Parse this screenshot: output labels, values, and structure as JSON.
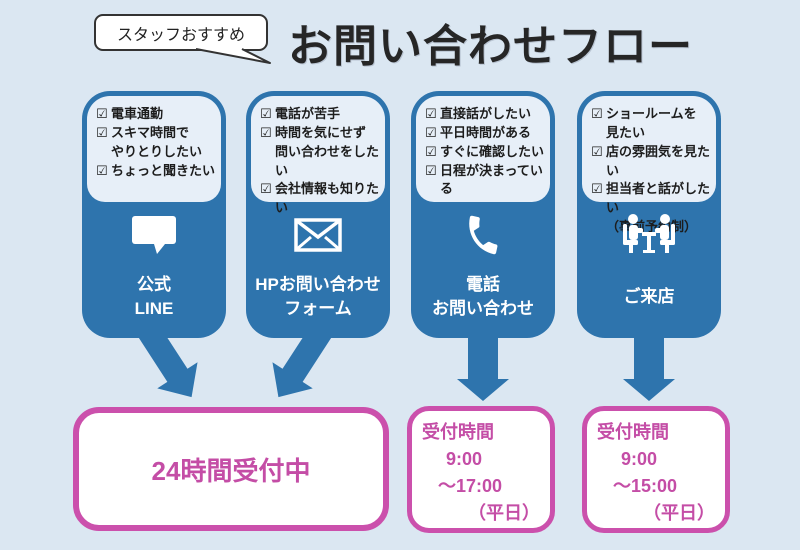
{
  "ui": {
    "check_glyph": "☑",
    "colors": {
      "background": "#dbe7f2",
      "card_blue": "#2e74ad",
      "panel_fill": "#e7eff8",
      "pink": "#cb50ac",
      "title_text": "#262626",
      "card_label_text": "#ffffff"
    }
  },
  "header": {
    "badge": "スタッフおすすめ",
    "title": "お問い合わせフロー"
  },
  "columns": [
    {
      "id": "line",
      "icon": "chat-bubble-icon",
      "items": [
        {
          "text": "電車通勤"
        },
        {
          "text": "スキマ時間で\nやりとりしたい"
        },
        {
          "text": "ちょっと聞きたい"
        }
      ],
      "label_lines": [
        "公式",
        "LINE"
      ]
    },
    {
      "id": "hp-form",
      "icon": "envelope-icon",
      "items": [
        {
          "text": "電話が苦手"
        },
        {
          "text": "時間を気にせず\n問い合わせをしたい"
        },
        {
          "text": "会社情報も知りたい"
        }
      ],
      "label_lines": [
        "HPお問い合わせ",
        "フォーム"
      ]
    },
    {
      "id": "phone",
      "icon": "phone-icon",
      "items": [
        {
          "text": "直接話がしたい"
        },
        {
          "text": "平日時間がある"
        },
        {
          "text": "すぐに確認したい"
        },
        {
          "text": "日程が決まっている"
        }
      ],
      "label_lines": [
        "電話",
        "お問い合わせ"
      ]
    },
    {
      "id": "visit",
      "icon": "meeting-icon",
      "items": [
        {
          "text": "ショールームを\n見たい"
        },
        {
          "text": "店の雰囲気を見たい"
        },
        {
          "text": "担当者と話がしたい\n（事前予約制）"
        }
      ],
      "label_lines": [
        "ご来店"
      ]
    }
  ],
  "results": {
    "always": {
      "text": "24時間受付中"
    },
    "phone_hours": {
      "lines": [
        "受付時間",
        "9:00",
        "〜17:00",
        "（平日）"
      ]
    },
    "visit_hours": {
      "lines": [
        "受付時間",
        "9:00",
        "〜15:00",
        "（平日）"
      ]
    }
  }
}
